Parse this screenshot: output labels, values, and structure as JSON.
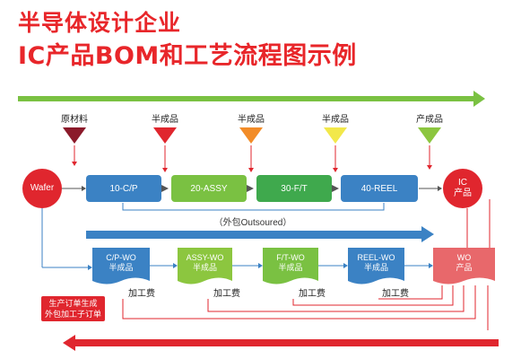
{
  "title": {
    "line1": "半导体设计企业",
    "line2": "IC产品BOM和工艺流程图示例"
  },
  "materials": [
    "原材料",
    "半成品",
    "半成品",
    "半成品",
    "产成品"
  ],
  "wafer": "Wafer",
  "ic_product": {
    "line1": "IC",
    "line2": "产品"
  },
  "process_steps": [
    "10-C/P",
    "20-ASSY",
    "30-F/T",
    "40-REEL"
  ],
  "outsourced_label": "（外包Outsoured）",
  "work_orders": [
    {
      "code": "C/P-WO",
      "type": "半成品"
    },
    {
      "code": "ASSY-WO",
      "type": "半成品"
    },
    {
      "code": "F/T-WO",
      "type": "半成品"
    },
    {
      "code": "REEL-WO",
      "type": "半成品"
    },
    {
      "code": "WO",
      "type": "产品"
    }
  ],
  "fee_label": "加工费",
  "note": {
    "line1": "生产订单生成",
    "line2": "外包加工子订单"
  },
  "colors": {
    "title": "#e8262a",
    "green": "#7ac142",
    "blue": "#3b82c4",
    "red": "#e0262e",
    "orange": "#f28c28",
    "yellow": "#f2e84a",
    "lime": "#8cc63f"
  }
}
